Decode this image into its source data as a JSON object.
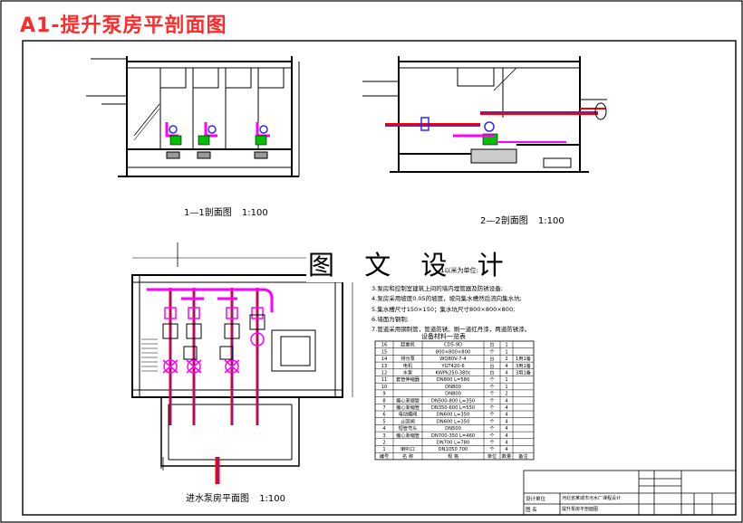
{
  "title": "A1-提升泵房平剖面图",
  "watermark": "图 文 设 计",
  "section11": {
    "label": "1—1剖面图",
    "scale": "1:100"
  },
  "section22": {
    "label": "2—2剖面图",
    "scale": "1:100"
  },
  "plan": {
    "label": "进水泵房平面图",
    "scale": "1:100"
  },
  "notes": {
    "title": "1以米为单位:",
    "lines": [
      "3.泵房和控制室建筑上间的墙内埋管器及防锈设备;",
      "4.泵房采用坡度0.05的坡度，坡向集水槽然后流向集水坑;",
      "5.集水槽尺寸150×150；集水坑尺寸800×800×800;",
      "6.墙面为钢制;",
      "7.管道采用钢制管，管道防锈，刷一道红丹漆，两道防锈漆。"
    ]
  },
  "table_title": "设备材料一览表",
  "bom_rows": [
    {
      "no": "16",
      "name": "起重机",
      "spec": "CD5-9D",
      "unit": "台",
      "qty": "1",
      "remark": ""
    },
    {
      "no": "15",
      "name": "",
      "spec": "800×800×800",
      "unit": "个",
      "qty": "1",
      "remark": ""
    },
    {
      "no": "14",
      "name": "排污泵",
      "spec": "WQ80V-7-4",
      "unit": "台",
      "qty": "2",
      "remark": "1用1备"
    },
    {
      "no": "13",
      "name": "电机",
      "spec": "YGT420-6",
      "unit": "台",
      "qty": "4",
      "remark": "3用1备"
    },
    {
      "no": "12",
      "name": "水泵",
      "spec": "KWPk250-380c",
      "unit": "台",
      "qty": "4",
      "remark": "3用1备"
    },
    {
      "no": "11",
      "name": "套管伸缩器",
      "spec": "DN800 L=580",
      "unit": "个",
      "qty": "1",
      "remark": ""
    },
    {
      "no": "10",
      "name": "",
      "spec": "DN800",
      "unit": "个",
      "qty": "1",
      "remark": ""
    },
    {
      "no": "9",
      "name": "",
      "spec": "DN800",
      "unit": "个",
      "qty": "2",
      "remark": ""
    },
    {
      "no": "8",
      "name": "偏心渐缩管",
      "spec": "DN500-800 L=350",
      "unit": "个",
      "qty": "4",
      "remark": ""
    },
    {
      "no": "7",
      "name": "偏心渐缩管",
      "spec": "DN350-600 L=550",
      "unit": "个",
      "qty": "4",
      "remark": ""
    },
    {
      "no": "6",
      "name": "电动蝶阀",
      "spec": "DN600 L=350",
      "unit": "个",
      "qty": "4",
      "remark": ""
    },
    {
      "no": "5",
      "name": "止回阀",
      "spec": "DN600 L=350",
      "unit": "个",
      "qty": "4",
      "remark": ""
    },
    {
      "no": "4",
      "name": "短管弯头",
      "spec": "DN500",
      "unit": "个",
      "qty": "4",
      "remark": ""
    },
    {
      "no": "3",
      "name": "偏心渐缩管",
      "spec": "DN700-350 L=460",
      "unit": "个",
      "qty": "4",
      "remark": ""
    },
    {
      "no": "2",
      "name": "",
      "spec": "DN700 L=780",
      "unit": "个",
      "qty": "4",
      "remark": ""
    },
    {
      "no": "1",
      "name": "喇叭口",
      "spec": "DN1050 700",
      "unit": "个",
      "qty": "4",
      "remark": ""
    }
  ],
  "bom_header": {
    "no": "编号",
    "name": "名 称",
    "spec": "规 格",
    "unit": "单位",
    "qty": "数量",
    "remark": "备注"
  },
  "title_block": {
    "project": "河北省某城市污水厂课程设计",
    "drawing": "提升泵房平剖面图",
    "company": "设计单位",
    "sheet": "图 名"
  },
  "colors": {
    "pipe_red": "#ff0000",
    "pipe_blue": "#2a2aff",
    "valve_magenta": "#ff00ff",
    "motor_green": "#00c000"
  }
}
